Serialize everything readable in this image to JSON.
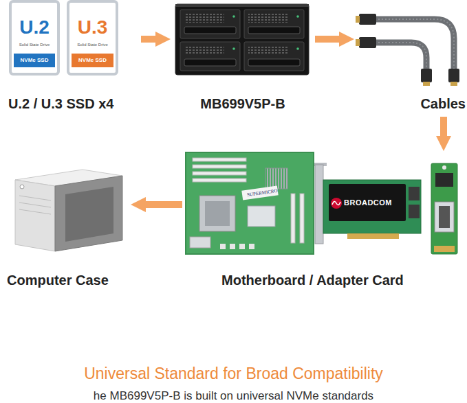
{
  "diagram": {
    "title": "Universal Standard for Broad Compatibility",
    "caption": "he MB699V5P-B is built on universal NVMe standards",
    "nodes": [
      {
        "text": [
          "U.2 / U.3 SSD x4"
        ]
      },
      {
        "text": [
          "U.2",
          "Solid State Drive",
          "NVMe SSD"
        ],
        "in": 0
      },
      {
        "text": [
          "U.3",
          "Solid State Drive",
          "NVMe SSD"
        ],
        "in": 0
      },
      {
        "text": [
          "MB699V5P-B"
        ]
      },
      {
        "text": [
          "Cables"
        ]
      },
      {
        "text": [
          "Computer Case"
        ]
      },
      {
        "text": [
          "Motherboard / Adapter Card"
        ]
      },
      {
        "text": [
          "SUPERMICRO"
        ],
        "in": 6
      },
      {
        "text": [
          "BROADCOM"
        ],
        "in": 6
      }
    ],
    "edges": [
      {
        "from": 0,
        "to": 3,
        "arrow": "to"
      },
      {
        "from": 3,
        "to": 4,
        "arrow": "to"
      },
      {
        "from": 4,
        "to": 6,
        "arrow": "to"
      },
      {
        "from": 6,
        "to": 5,
        "arrow": "to"
      }
    ]
  }
}
